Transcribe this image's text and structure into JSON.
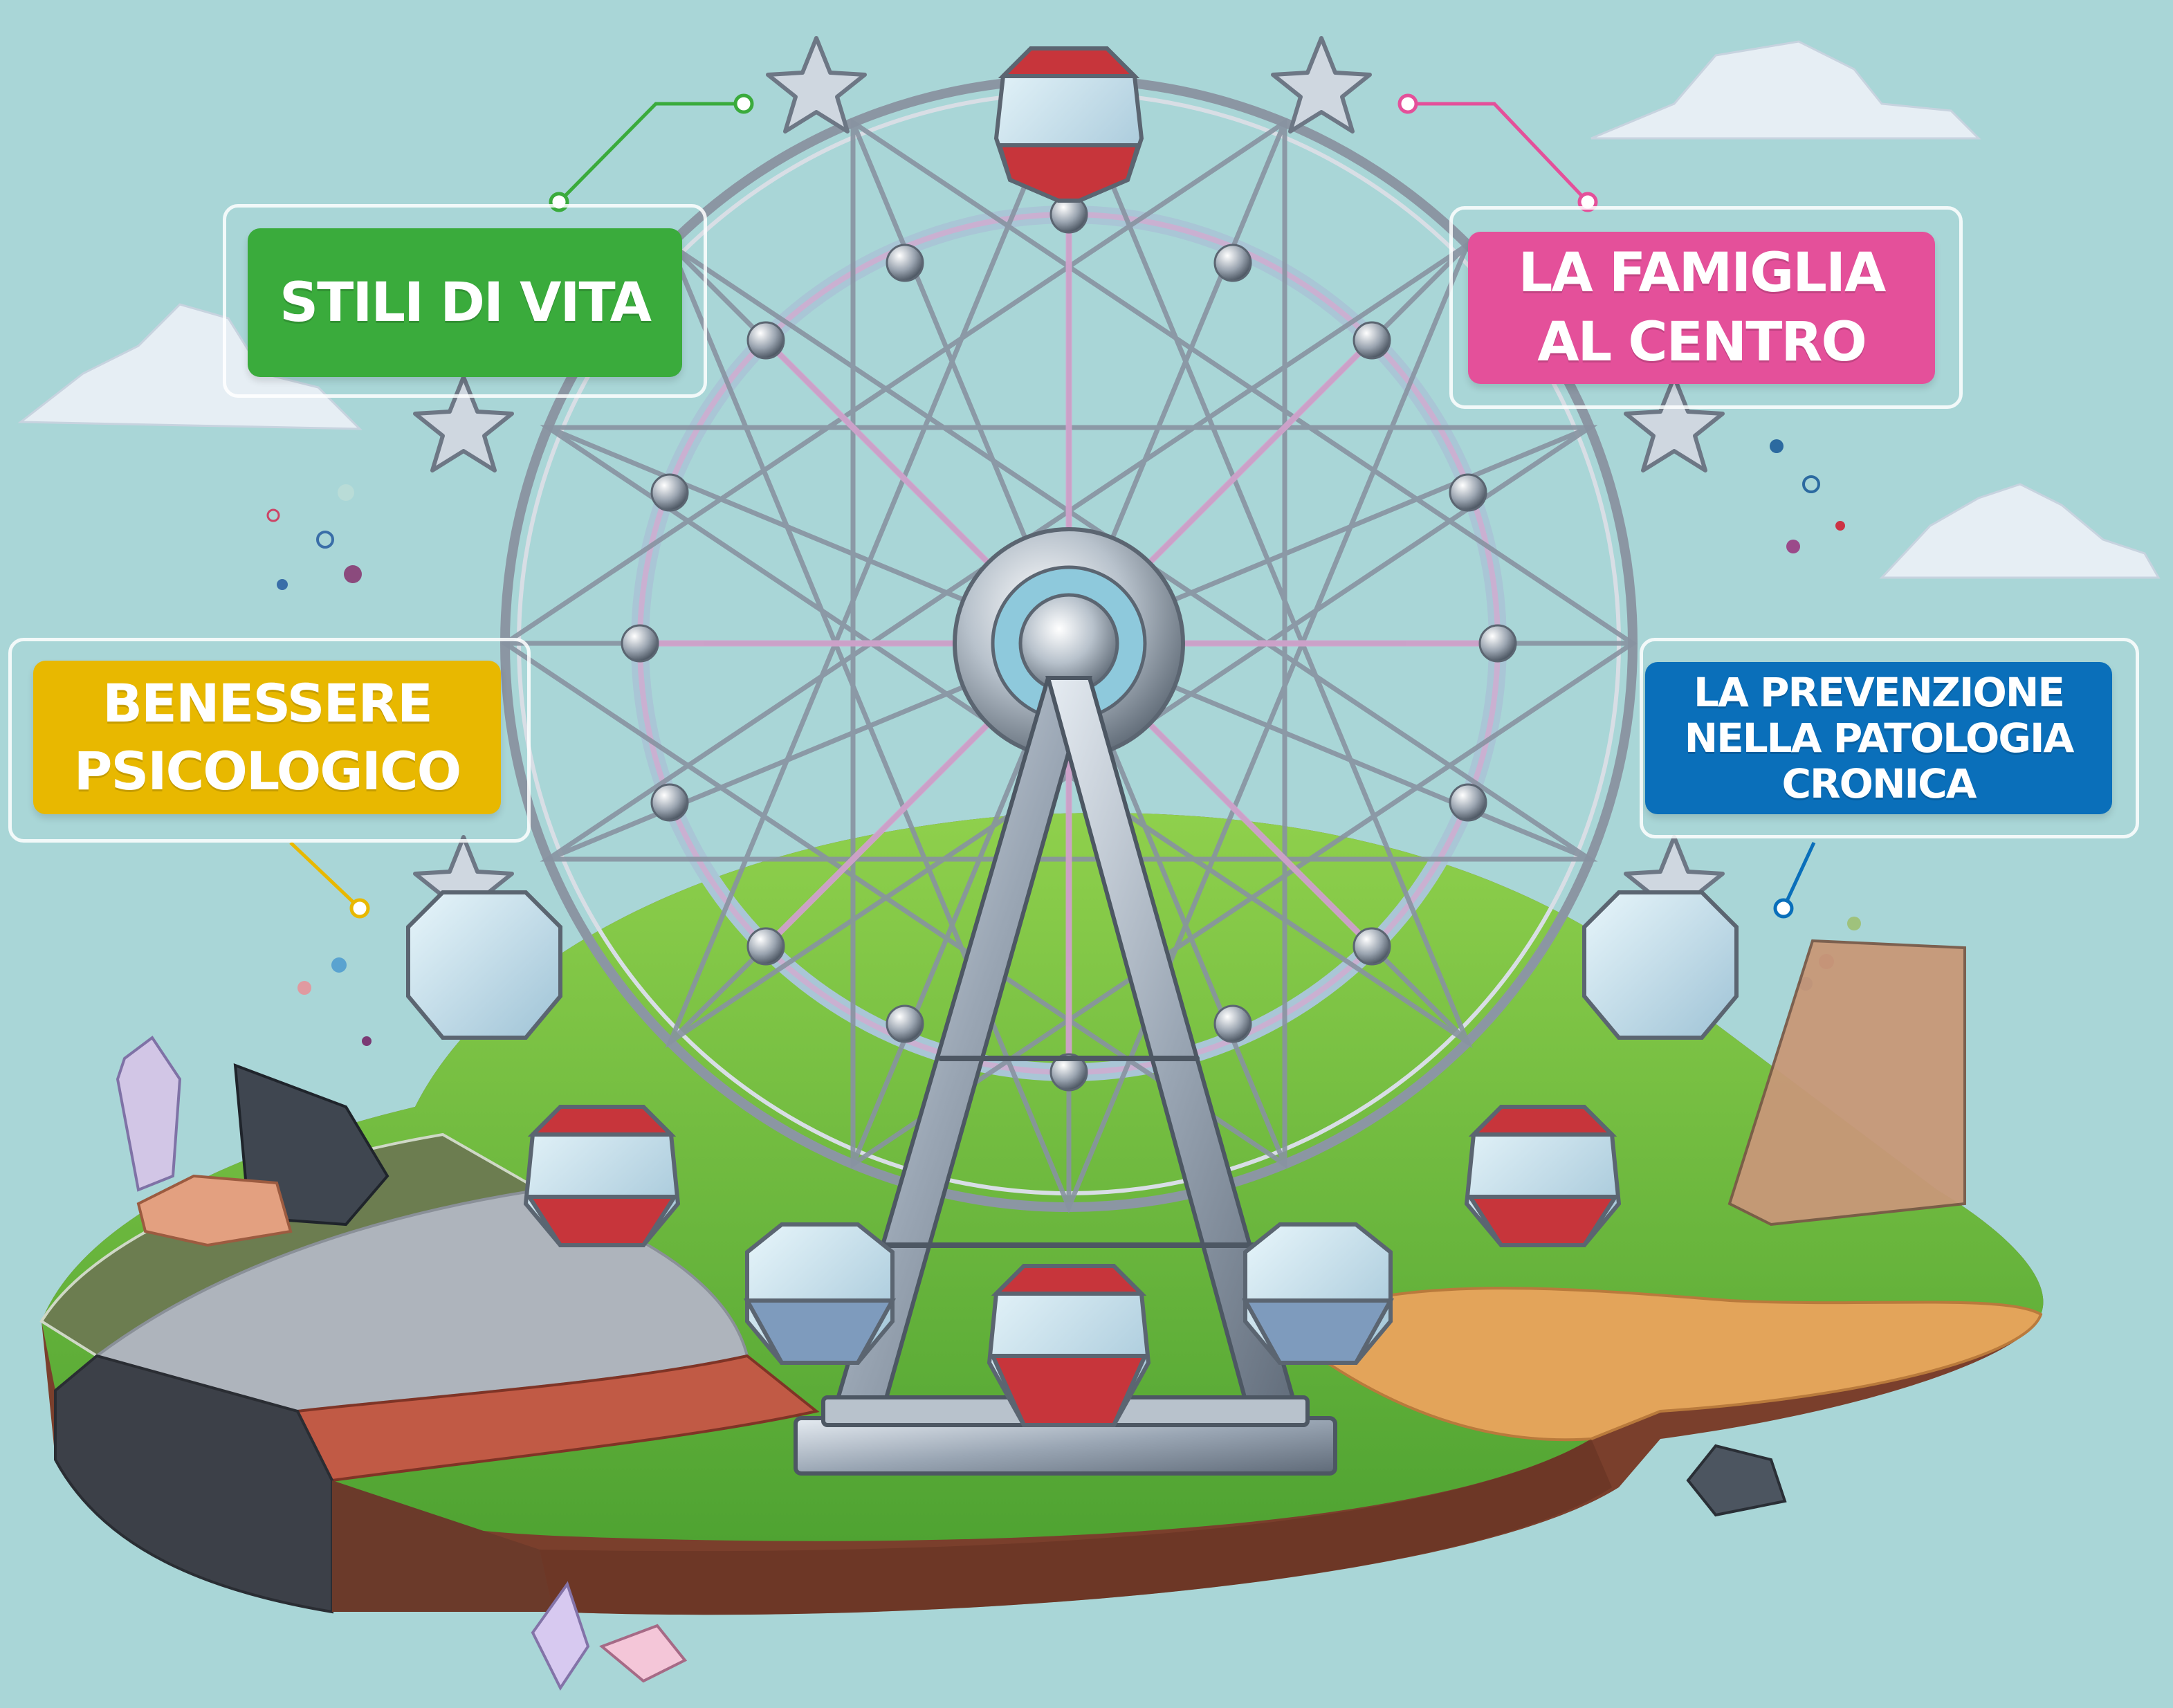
{
  "labels": {
    "stili_di_vita": {
      "text": "STILI DI VITA",
      "color": "#3aab3c"
    },
    "la_famiglia": {
      "text": "LA FAMIGLIA\nAL CENTRO",
      "color": "#e4509a"
    },
    "benessere": {
      "text": "BENESSERE\nPSICOLOGICO",
      "color": "#e8b800"
    },
    "prevenzione": {
      "text": "LA PREVENZIONE\nNELLA PATOLOGIA\nCRONICA",
      "color": "#0a6fba"
    }
  },
  "colors": {
    "background": "#a9d6d7",
    "grass": "#6fbe3c",
    "sand": "#e3a45a",
    "wheel_steel": "#9aa6b4",
    "wheel_pink": "#d7a3cf",
    "cabin_red": "#c7353b",
    "cabin_blue": "#7e9bbd"
  },
  "icons": [
    "ferris-wheel-icon",
    "star-icon",
    "cloud-icon",
    "crystal-icon",
    "rock-icon"
  ]
}
